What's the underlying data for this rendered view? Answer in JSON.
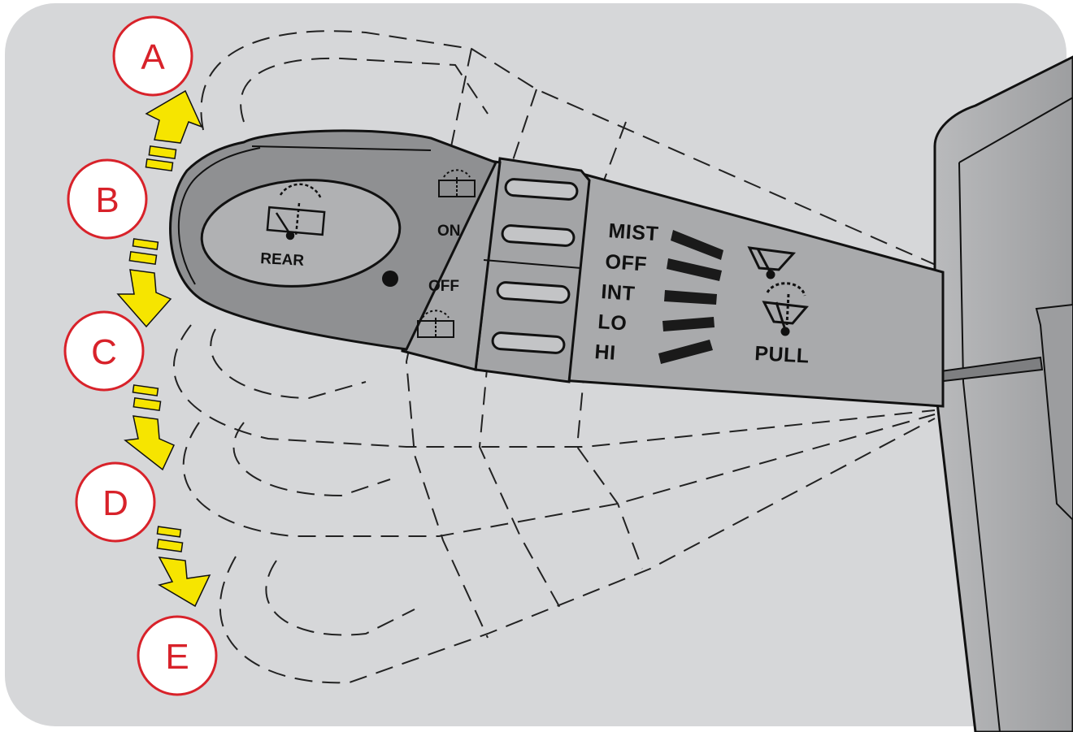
{
  "diagram": {
    "positions": [
      {
        "letter": "A"
      },
      {
        "letter": "B"
      },
      {
        "letter": "C"
      },
      {
        "letter": "D"
      },
      {
        "letter": "E"
      }
    ],
    "rear_knob": {
      "label": "REAR",
      "icon": "rear-wiper-icon"
    },
    "rear_switch": {
      "on_label": "ON",
      "off_label": "OFF",
      "washer_on_icon": "rear-washer-icon",
      "washer_off_icon": "rear-washer-icon"
    },
    "front_wiper_modes": [
      "MIST",
      "OFF",
      "INT",
      "LO",
      "HI"
    ],
    "front_wiper_icon": "front-wiper-icon",
    "front_washer": {
      "label": "PULL",
      "icon": "front-washer-icon"
    },
    "colors": {
      "background": "#d6d7d9",
      "lever_body": "#a9aaac",
      "lever_dark": "#8f9092",
      "position_circle": "#d8222a",
      "arrow": "#f6e500"
    }
  }
}
